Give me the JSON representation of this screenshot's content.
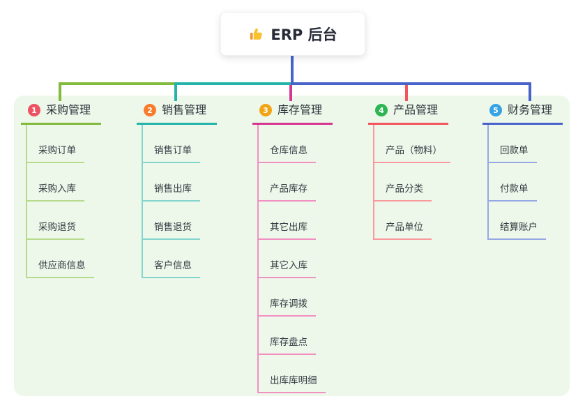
{
  "root": {
    "icon": "thumbs-up",
    "label": "ERP 后台"
  },
  "panel": {
    "background": "#edf8ea"
  },
  "connector": {
    "root_line_color": "#4763c9"
  },
  "branches": [
    {
      "number": "1",
      "label": "采购管理",
      "badge_color": "#ee5162",
      "line_color": "#82ba3c",
      "child_line_color": "#b7db8c",
      "children": [
        "采购订单",
        "采购入库",
        "采购退货",
        "供应商信息"
      ]
    },
    {
      "number": "2",
      "label": "销售管理",
      "badge_color": "#f87c2c",
      "line_color": "#23b3a9",
      "child_line_color": "#84d5ce",
      "children": [
        "销售订单",
        "销售出库",
        "销售退货",
        "客户信息"
      ]
    },
    {
      "number": "3",
      "label": "库存管理",
      "badge_color": "#f2a414",
      "line_color": "#d6368f",
      "child_line_color": "#f28fc1",
      "children": [
        "仓库信息",
        "产品库存",
        "其它出库",
        "其它入库",
        "库存调拨",
        "库存盘点",
        "出库库明细"
      ]
    },
    {
      "number": "4",
      "label": "产品管理",
      "badge_color": "#2eb553",
      "line_color": "#f4545c",
      "child_line_color": "#f9999e",
      "children": [
        "产品（物料）",
        "产品分类",
        "产品单位"
      ]
    },
    {
      "number": "5",
      "label": "财务管理",
      "badge_color": "#36a3e5",
      "line_color": "#4763c9",
      "child_line_color": "#96a8e3",
      "children": [
        "回款单",
        "付款单",
        "结算账户"
      ]
    }
  ]
}
